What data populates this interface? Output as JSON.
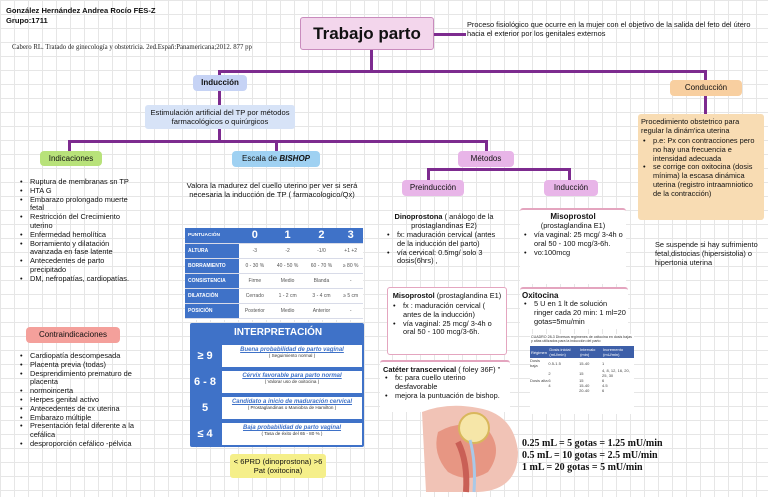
{
  "header": {
    "author": "González Hernández Andrea Rocío FES-Z",
    "group": "Grupo:1711",
    "citation": "Cabero RL. Tratado de ginecología y obstetricia. 2ed.Españ:Panamericana;2012. 877 pp"
  },
  "title": "Trabajo parto",
  "definition": "Proceso fisiológico que ocurre en la mujer con el objetivo de la salida del feto del útero hacia el exterior por los genitales externos",
  "induccion": {
    "title": "Inducción",
    "definition": "Estimulación artificial del TP por métodos farmacológicos o quirúrgicos"
  },
  "indicaciones": {
    "title": "Indicaciones",
    "items": [
      "Ruptura de membranas sn TP",
      "HTA G",
      "Embarazo prolongado muerte fetal",
      "Restricción del Crecimiento uterino",
      "Enfermedad hemolítica",
      "Borramiento y dilatación avanzada en fase latente",
      "Antecedentes de parto precipitado",
      "DM, nefropatías, cardiopatías."
    ]
  },
  "contraindicaciones": {
    "title": "Contraindicaciones",
    "items": [
      "Cardiopatía descompesada",
      "Placenta previa (todas)",
      "Desprendimiento prematuro de placenta",
      "normoincerta",
      "Herpes genital activo",
      "Antecedentes de cx uterina",
      "Embarazo múltiple",
      "Presentación fetal diferente a la cefálica",
      "desproporción cefálico -pélvica"
    ]
  },
  "bishop": {
    "title_prefix": "Escala de ",
    "title_em": "BISHOP",
    "description": "Valora la madurez del cuello uterino per ver si será necesaria la inducción de TP ( farmacologico/Qx)",
    "table": {
      "header": [
        "PUNTUACIÓN",
        "0",
        "1",
        "2",
        "3"
      ],
      "rows": [
        [
          "ALTURA",
          "-3",
          "-2",
          "-1/0",
          "+1 +2"
        ],
        [
          "BORRAMIENTO",
          "0 - 30 %",
          "40 - 50 %",
          "60 - 70 %",
          "≥ 80 %"
        ],
        [
          "CONSISTENCIA",
          "Firme",
          "Medio",
          "Blanda",
          "-"
        ],
        [
          "DILATACIÓN",
          "Cerrado",
          "1 - 2 cm",
          "3 - 4 cm",
          "≥ 5 cm"
        ],
        [
          "POSICIÓN",
          "Posterior",
          "Medio",
          "Anterior",
          "-"
        ]
      ]
    },
    "interp_title": "INTERPRETACIÓN",
    "interp": [
      {
        "score": "≥ 9",
        "text": "Buena probabilidad de parto vaginal",
        "sub": "( Seguimiento normal )"
      },
      {
        "score": "6 - 8",
        "text": "Cérvix favorable para parto normal",
        "sub": "( Valorar uso de oxitocina )"
      },
      {
        "score": "5",
        "text": "Candidato a inicio de maduración cervical",
        "sub": "( Prostaglandinas o Maniobra de Hamilton )"
      },
      {
        "score": "≤ 4",
        "text": "Baja probabilidad de parto vaginal",
        "sub": "( Tasa de éxito del 65 - 80 % )"
      }
    ],
    "note": "< 6PRD (dinoprostona) >6 Pat (oxitocina)"
  },
  "metodos": {
    "title": "Métodos",
    "preinduccion": {
      "title": "Preinducción",
      "dinoprostona_title": "Dinoprostona",
      "dinoprostona_rest": " ( análogo de la prostaglandinas E2)",
      "dinoprostona_items": [
        "fx: maduración cervical (antes de la inducción del parto)",
        "vía cervical: 0.5mg/ solo 3 dosis(6hrs) ,"
      ],
      "misoprostol_title": "Misoprostol",
      "misoprostol_rest": " (prostaglandina E1)",
      "misoprostol_items": [
        "fx : maduración cervical ( antes de la inducción)",
        "vía vaginal: 25 mcg/ 3-4h o oral 50 - 100 mcg/3-6h."
      ],
      "cateter_title": "Catéter transcervical",
      "cateter_rest": " ( foley 36F) \"",
      "cateter_items": [
        "fx: para cuello uterino desfavorable",
        "mejora la puntuación de bishop."
      ]
    },
    "induccion": {
      "title": "Inducción",
      "misoprostol_title": "Misoprostol",
      "misoprostol_rest": "(prostaglandina E1)",
      "misoprostol_items": [
        "vía vaginal: 25 mcg/ 3-4h o oral 50 - 100 mcg/3-6h.",
        "vo:100mcg"
      ],
      "oxitocina_title": "Oxitocina",
      "oxitocina_items": [
        "5 U en 1 lt de solución ringer cada 20 min: 1 ml=20 gotas=5mu/min"
      ],
      "oxy_table": {
        "caption": "CUADRO 28-3 Diversos regímenes de oxitocina en dosis bajas y altas utilizados para la inducción del parto",
        "header": [
          "Régimen",
          "Dosis inicial (mU/min)",
          "Intervalo (min)",
          "Incremento (mU/min)"
        ],
        "rows": [
          [
            "Dosis baja",
            "0.5-1.5",
            "15-40",
            "1"
          ],
          [
            "",
            "2",
            "15",
            "4, 8, 12, 16, 20, 25, 30"
          ],
          [
            "Dosis alta",
            "6",
            "15",
            "6"
          ],
          [
            "",
            "4",
            "15-40",
            "4.5"
          ],
          [
            "",
            "",
            "20-40",
            "6"
          ]
        ]
      },
      "equivalences": [
        "0.25 mL = 5 gotas = 1.25 mU/min",
        "0.5 mL = 10 gotas = 2.5 mU/min",
        "1 mL = 20 gotas = 5 mU/min"
      ]
    }
  },
  "conduccion": {
    "title": "Conducción",
    "definition": "Procedimiento obstetrico para regular la dinám'ica uterina",
    "items": [
      "p.e: Px con contracciones pero no hay una frecuencia e intensidad adecuada",
      "se corrige con oxitocina (dosis mínima) la escasa dinámica uterina (registro intraamniotico de la contracción)"
    ],
    "note": "Se suspende si hay sufrimiento fetal,distocias (hipersistolia) o hipertonia uterina"
  },
  "colors": {
    "connector": "#7d2b8f",
    "title_bg": "#f3d6ec",
    "induccion_bg": "#c6d3f5",
    "green": "#b8e27a",
    "blue": "#9fd1f2",
    "pink": "#e8b5e8",
    "coral": "#f4a09b",
    "peach": "#f8dcb3",
    "bishop_blue": "#3f72c8"
  }
}
